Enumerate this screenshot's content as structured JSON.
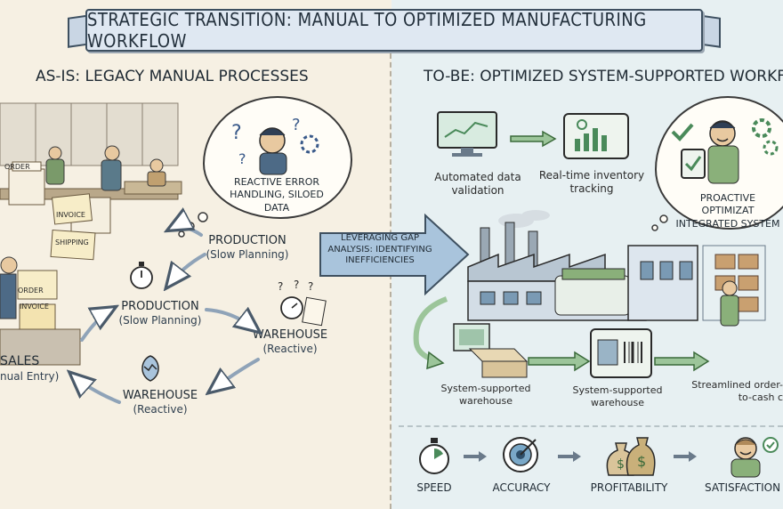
{
  "title": "Strategic Transition: Manual to Optimized Manufacturing Workflow",
  "as_is": {
    "heading": "AS-IS: Legacy Manual Processes",
    "thought_bubble": "Reactive error handling, siloed data",
    "doc_labels": [
      "ORDER",
      "ORDER",
      "INVOICE",
      "SHIPPING",
      "INVOICE"
    ],
    "cycle": [
      {
        "title": "PRODUCTION",
        "subtitle": "(Slow Planning)"
      },
      {
        "title": "PRODUCTION",
        "subtitle": "(Slow Planning)"
      },
      {
        "title": "WAREHOUSE",
        "subtitle": "(Reactive)"
      },
      {
        "title": "WAREHOUSE",
        "subtitle": "(Reactive)"
      },
      {
        "title": "SALES",
        "subtitle": "nual Entry)"
      }
    ]
  },
  "gap": {
    "text": "Leveraging gap analysis: identifying inefficiencies"
  },
  "to_be": {
    "heading": "TO-BE: Optimized System-Supported Workflo",
    "steps": [
      {
        "label": "Automated data validation"
      },
      {
        "label": "Real-time inventory tracking"
      },
      {
        "label": "System-supported warehouse"
      },
      {
        "label": "System-supported warehouse"
      },
      {
        "label": "Streamlined order-to-cash c"
      }
    ],
    "thought_bubble": "Proactive optimizat integrated system"
  },
  "kpis": [
    "SPEED",
    "ACCURACY",
    "PROFITABILITY",
    "SATISFACTION"
  ],
  "colors": {
    "accent_green": "#6fa86a",
    "arrow_blue": "#a9c4dc",
    "ink": "#2a2a2a"
  }
}
